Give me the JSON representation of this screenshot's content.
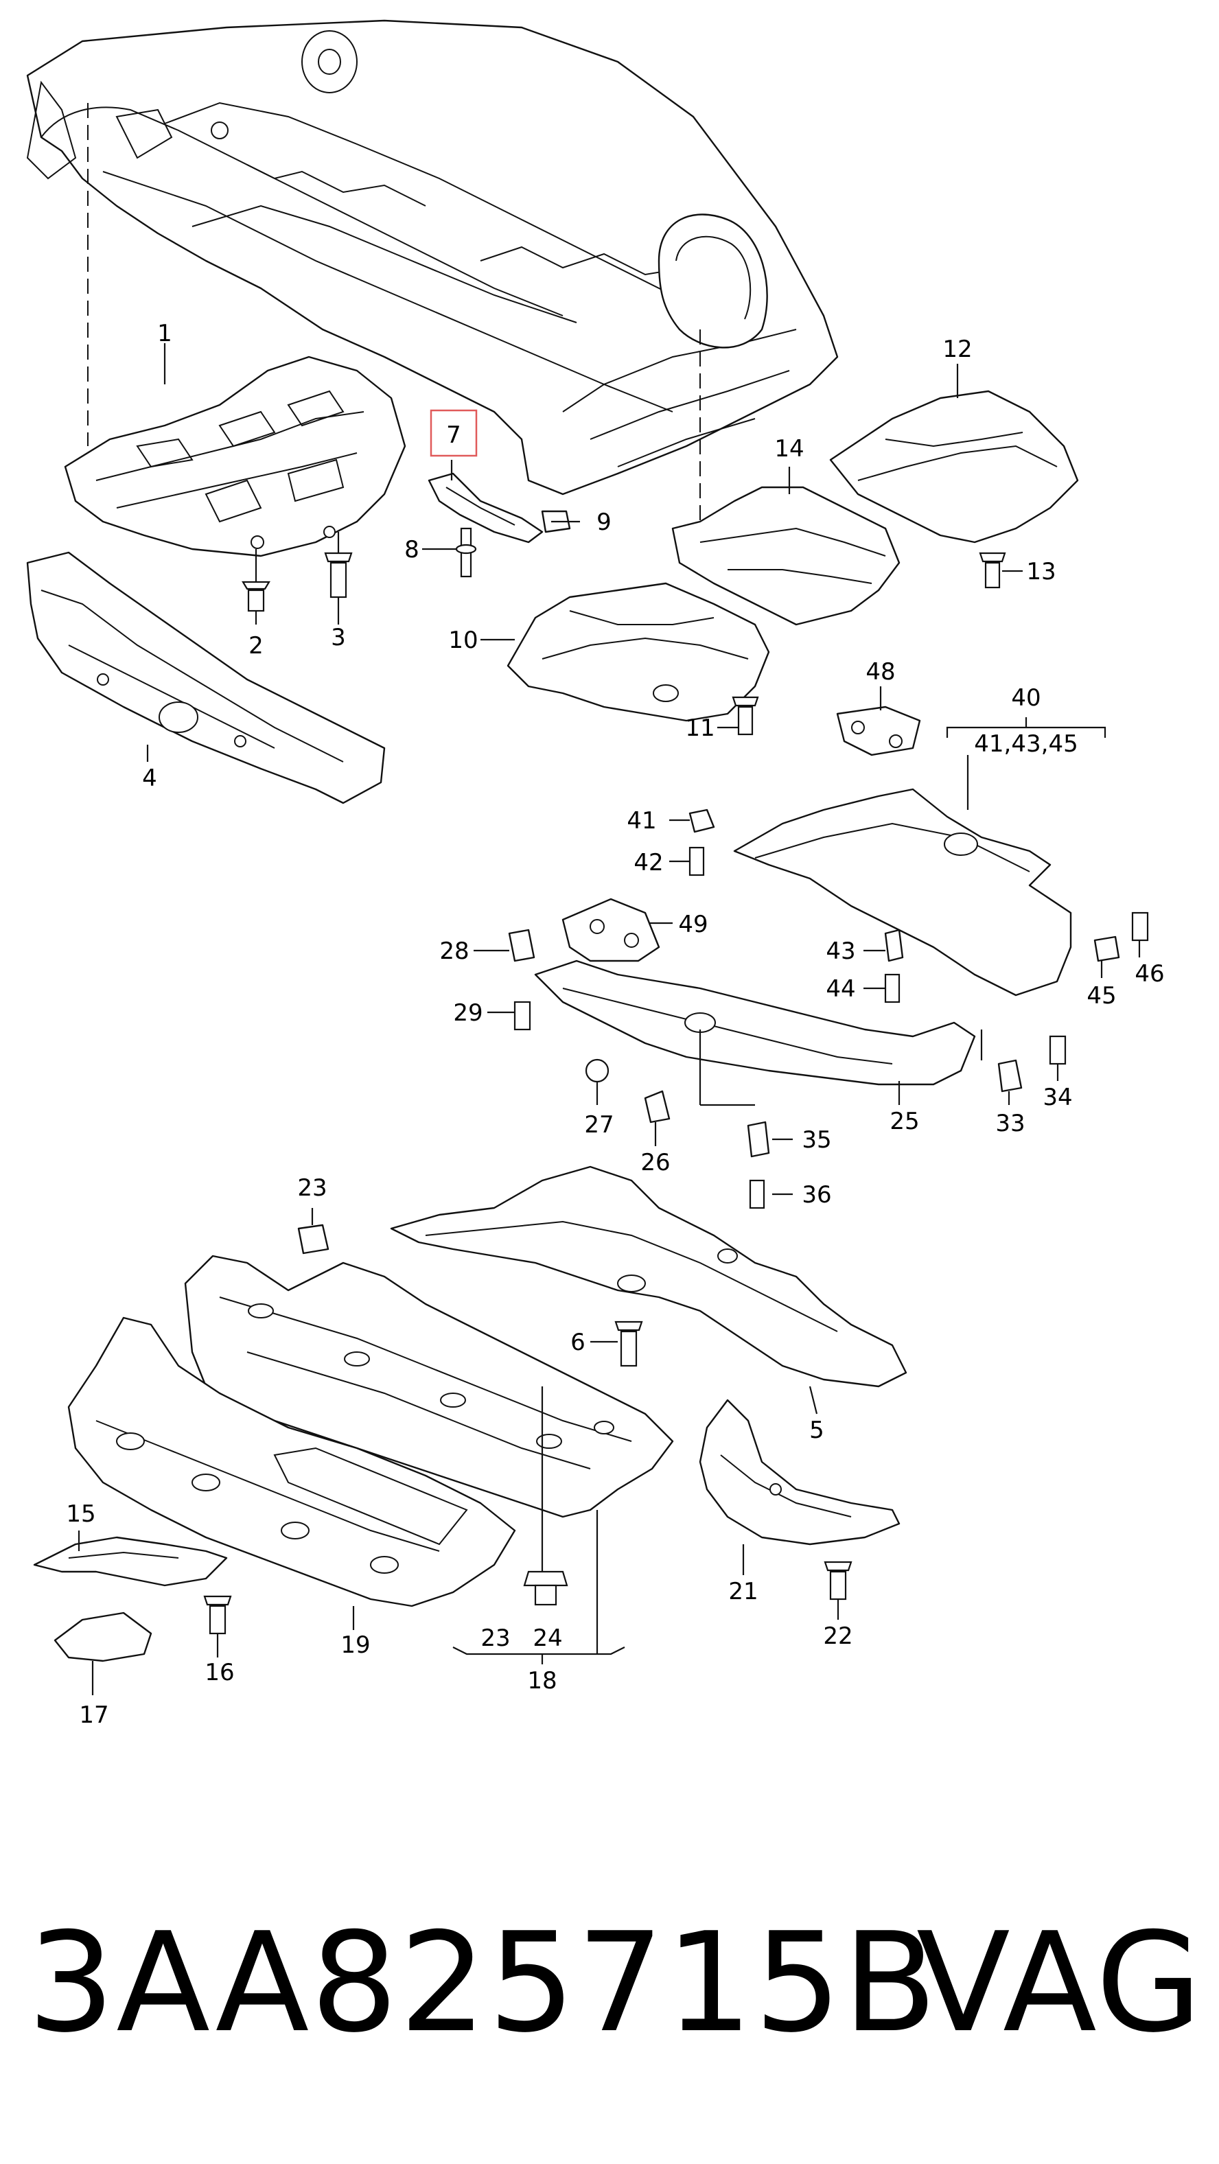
{
  "callouts": {
    "c1": "1",
    "c2": "2",
    "c3": "3",
    "c4": "4",
    "c5": "5",
    "c6": "6",
    "c7": "7",
    "c8": "8",
    "c9": "9",
    "c10": "10",
    "c11": "11",
    "c12": "12",
    "c13": "13",
    "c14": "14",
    "c15": "15",
    "c16": "16",
    "c17": "17",
    "c18": "18",
    "c19": "19",
    "c21": "21",
    "c22": "22",
    "c23a": "23",
    "c23b": "23",
    "c24": "24",
    "c25": "25",
    "c26": "26",
    "c27": "27",
    "c28": "28",
    "c29": "29",
    "c33": "33",
    "c34": "34",
    "c35": "35",
    "c36": "36",
    "c40": "40",
    "c40sub": "41,43,45",
    "c41": "41",
    "c42": "42",
    "c43": "43",
    "c44": "44",
    "c45": "45",
    "c46": "46",
    "c48": "48",
    "c49": "49"
  },
  "highlighted_callout": "7",
  "highlight_color": "#e05a5a",
  "footer": {
    "part_number": "3AA825715B",
    "brand": "VAG"
  }
}
